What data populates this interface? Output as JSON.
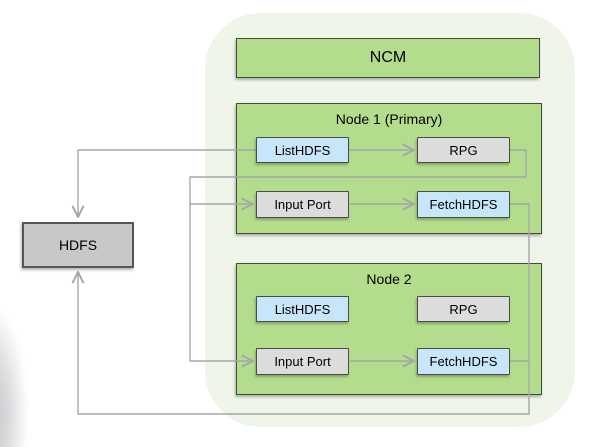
{
  "diagram": {
    "cluster": {
      "title": "NCM"
    },
    "hdfs": {
      "label": "HDFS"
    },
    "nodes": {
      "node1": {
        "title": "Node 1 (Primary)",
        "list_hdfs": "ListHDFS",
        "rpg": "RPG",
        "input_port": "Input Port",
        "fetch_hdfs": "FetchHDFS"
      },
      "node2": {
        "title": "Node 2",
        "list_hdfs": "ListHDFS",
        "rpg": "RPG",
        "input_port": "Input Port",
        "fetch_hdfs": "FetchHDFS"
      }
    },
    "connections": [
      {
        "from": "node1.list_hdfs",
        "to": "hdfs",
        "arrow": true
      },
      {
        "from": "node1.list_hdfs",
        "to": "node1.rpg",
        "arrow": true
      },
      {
        "from": "node1.rpg",
        "to": "node1.input_port",
        "arrow": true
      },
      {
        "from": "node1.rpg",
        "to": "node2.input_port",
        "arrow": true
      },
      {
        "from": "node1.input_port",
        "to": "node1.fetch_hdfs",
        "arrow": true
      },
      {
        "from": "node2.input_port",
        "to": "node2.fetch_hdfs",
        "arrow": true
      },
      {
        "from": "node1.fetch_hdfs",
        "to": "hdfs",
        "arrow": true
      },
      {
        "from": "node2.fetch_hdfs",
        "to": "hdfs",
        "arrow": true
      }
    ],
    "colors": {
      "node_fill": "#b3dd8c",
      "node_border": "#414d38",
      "cluster_background": "#f0f5ea",
      "processor_blue_fill": "#c8e6f9",
      "processor_gray_fill": "#dcdcdc",
      "hdfs_fill": "#c8c8c8",
      "box_border": "#4b4b4b",
      "connector": "#a2a8a8",
      "text": "#000000",
      "page_background": "#ffffff"
    }
  }
}
